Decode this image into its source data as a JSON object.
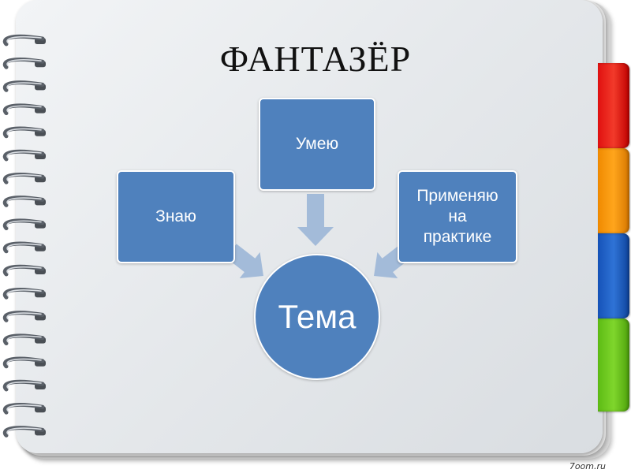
{
  "title": "ФАНТАЗЁР",
  "nodes": {
    "know": "Знаю",
    "can": "Умею",
    "apply": [
      "Применяю",
      "на",
      "практике"
    ],
    "center": "Тема"
  },
  "watermark": "7oom.ru",
  "colors": {
    "node_fill": "#4f81bd",
    "arrow": "#a3bbd9",
    "tab_red": "#e8201a",
    "tab_orange": "#f5960c",
    "tab_blue": "#2262c6",
    "tab_green": "#6cc81e"
  },
  "icons": [
    "spiral-binding-icon",
    "arrow-right-icon",
    "arrow-down-icon",
    "arrow-left-icon"
  ]
}
